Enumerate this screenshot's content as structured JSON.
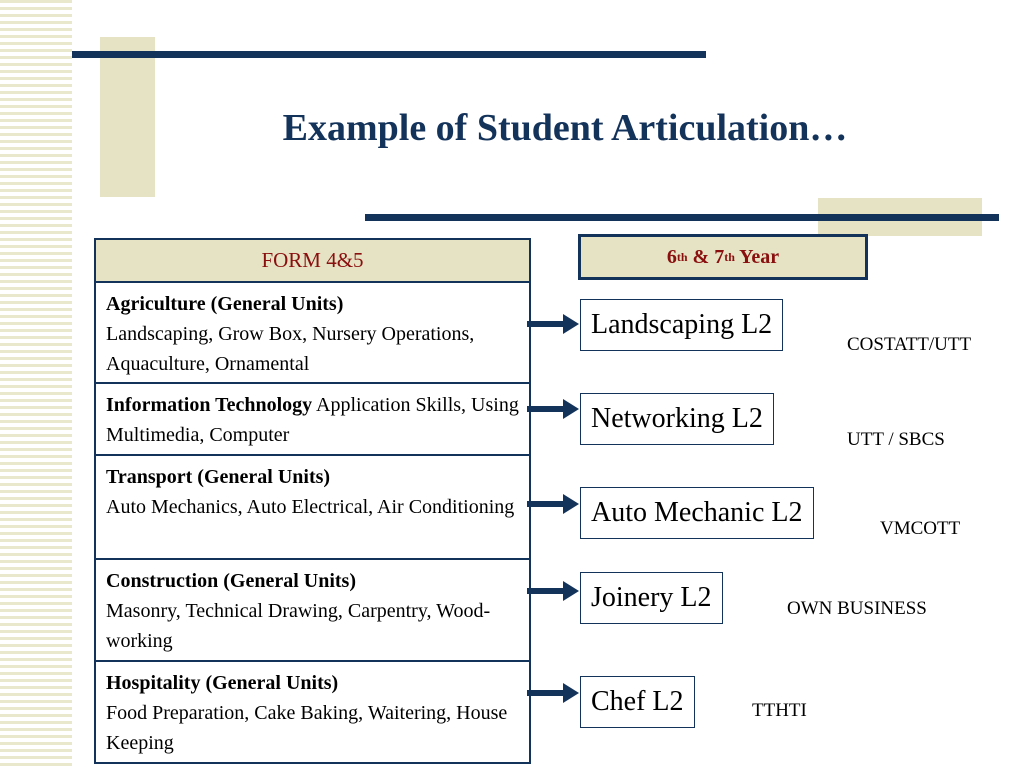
{
  "title": "Example of Student Articulation…",
  "form_header": "FORM 4&5",
  "year_header": {
    "n1": "6",
    "sup1": "th",
    "amp": " & ",
    "n2": "7",
    "sup2": "th",
    "label": " Year"
  },
  "rows": [
    {
      "heading": "Agriculture (General Units)",
      "body": "Landscaping, Grow Box, Nursery Operations, Aquaculture, Ornamental"
    },
    {
      "heading": "Information Technology",
      "body": " Application Skills, Using Multimedia, Computer"
    },
    {
      "heading": "Transport (General Units)",
      "body": "Auto Mechanics, Auto Electrical, Air Conditioning"
    },
    {
      "heading": "Construction (General Units)",
      "body": "Masonry, Technical Drawing, Carpentry,  Wood-working"
    },
    {
      "heading": "Hospitality (General Units)",
      "body": "Food Preparation, Cake Baking, Waitering, House Keeping"
    }
  ],
  "pathways": [
    {
      "level": "Landscaping L2",
      "institution": "COSTATT/UTT"
    },
    {
      "level": "Networking L2",
      "institution": "UTT / SBCS"
    },
    {
      "level": "Auto Mechanic L2",
      "institution": "VMCOTT"
    },
    {
      "level": "Joinery L2",
      "institution": "OWN BUSINESS"
    },
    {
      "level": "Chef L2",
      "institution": "TTHTI"
    }
  ],
  "colors": {
    "navy": "#14335b",
    "beige": "#e5e3c4",
    "maroon": "#8a0f0f"
  }
}
